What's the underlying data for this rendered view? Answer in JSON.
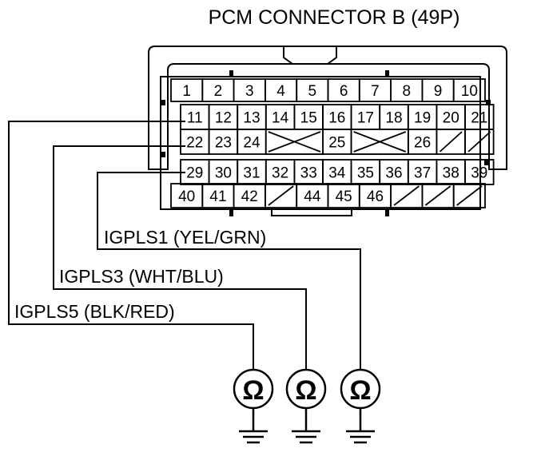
{
  "title": "PCM CONNECTOR B (49P)",
  "connector": {
    "rows": [
      [
        "1",
        "2",
        "3",
        "4",
        "5",
        "6",
        "7",
        "8",
        "9",
        "10"
      ],
      [
        "11",
        "12",
        "13",
        "14",
        "15",
        "16",
        "17",
        "18",
        "19",
        "20",
        "21"
      ],
      [
        "22",
        "23",
        "24",
        "",
        "",
        "25",
        "",
        "",
        "26",
        "",
        ""
      ],
      [
        "29",
        "30",
        "31",
        "32",
        "33",
        "34",
        "35",
        "36",
        "37",
        "38",
        "39"
      ],
      [
        "40",
        "41",
        "42",
        "",
        "44",
        "45",
        "46",
        "",
        "",
        ""
      ]
    ]
  },
  "wires": [
    {
      "label": "IGPLS1 (YEL/GRN)",
      "pin": "29"
    },
    {
      "label": "IGPLS3 (WHT/BLU)",
      "pin": "22"
    },
    {
      "label": "IGPLS5 (BLK/RED)",
      "pin": "11"
    }
  ],
  "meter_symbol": "Ω"
}
